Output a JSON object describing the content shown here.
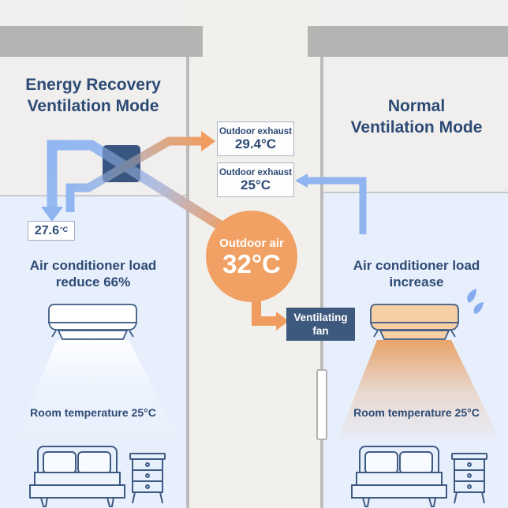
{
  "left_panel": {
    "title_line1": "Energy Recovery",
    "title_line2": "Ventilation Mode",
    "supply_temp_value": "27.6",
    "supply_temp_unit": "°C",
    "load_line1": "Air conditioner load",
    "load_line2": "reduce 66%",
    "room_temp": "Room temperature 25°C"
  },
  "center": {
    "exhaust_top_label": "Outdoor exhaust",
    "exhaust_top_value": "29.4°C",
    "exhaust_bottom_label": "Outdoor exhaust",
    "exhaust_bottom_value": "25°C",
    "outdoor_air_label": "Outdoor air",
    "outdoor_air_value": "32°C",
    "fan_line1": "Ventilating",
    "fan_line2": "fan"
  },
  "right_panel": {
    "title_line1": "Normal",
    "title_line2": "Ventilation Mode",
    "load_line1": "Air conditioner load",
    "load_line2": "increase",
    "room_temp": "Room temperature 25°C"
  },
  "colors": {
    "navy_text": "#2d4a75",
    "heat_exchanger": "#395680",
    "fan_box": "#3d5a7e",
    "orange_arrow": "#f09c5e",
    "orange_circle": "#f1a164",
    "blue_arrow": "#8fb4ef",
    "room_bg": "#e8effc",
    "outdoor_bg": "#f0efee",
    "ceiling_gray": "#b4b4b3",
    "warm_ac_fill": "#f6cfa5",
    "sweat_drop_blue": "#86adee"
  }
}
